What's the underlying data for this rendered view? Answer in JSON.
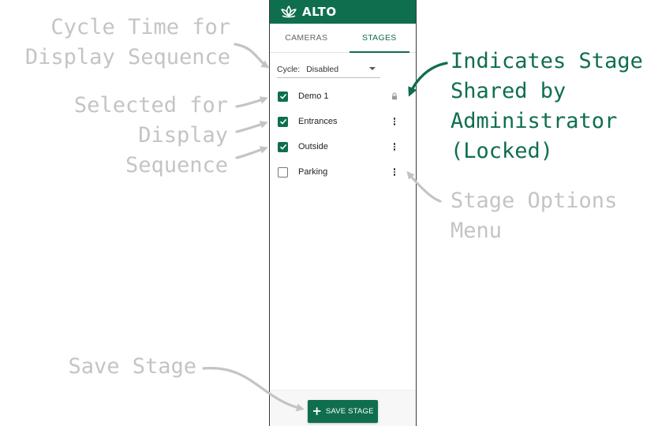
{
  "app": {
    "name": "ALTO",
    "logo_icon": "lotus-logo-icon",
    "brand_color": "#0f6e4e"
  },
  "tabs": [
    {
      "label": "CAMERAS",
      "active": false
    },
    {
      "label": "STAGES",
      "active": true
    }
  ],
  "cycle": {
    "label": "Cycle:",
    "value": "Disabled"
  },
  "stages": [
    {
      "name": "Demo 1",
      "checked": true,
      "right_icon": "lock-icon"
    },
    {
      "name": "Entrances",
      "checked": true,
      "right_icon": "more-vertical-icon"
    },
    {
      "name": "Outside",
      "checked": true,
      "right_icon": "more-vertical-icon"
    },
    {
      "name": "Parking",
      "checked": false,
      "right_icon": "more-vertical-icon"
    }
  ],
  "footer": {
    "save_label": "SAVE STAGE",
    "save_icon": "plus-icon"
  },
  "callouts": {
    "cycle_time": [
      "Cycle Time for",
      "Display Sequence"
    ],
    "selected": [
      "Selected for",
      "Display",
      "Sequence"
    ],
    "locked": [
      "Indicates Stage",
      "Shared by",
      "Administrator",
      "(Locked)"
    ],
    "options": [
      "Stage Options",
      "Menu"
    ],
    "save": [
      "Save Stage"
    ]
  },
  "colors": {
    "annotation_gray": "#c4c4c4",
    "annotation_green": "#0f6e4e"
  }
}
